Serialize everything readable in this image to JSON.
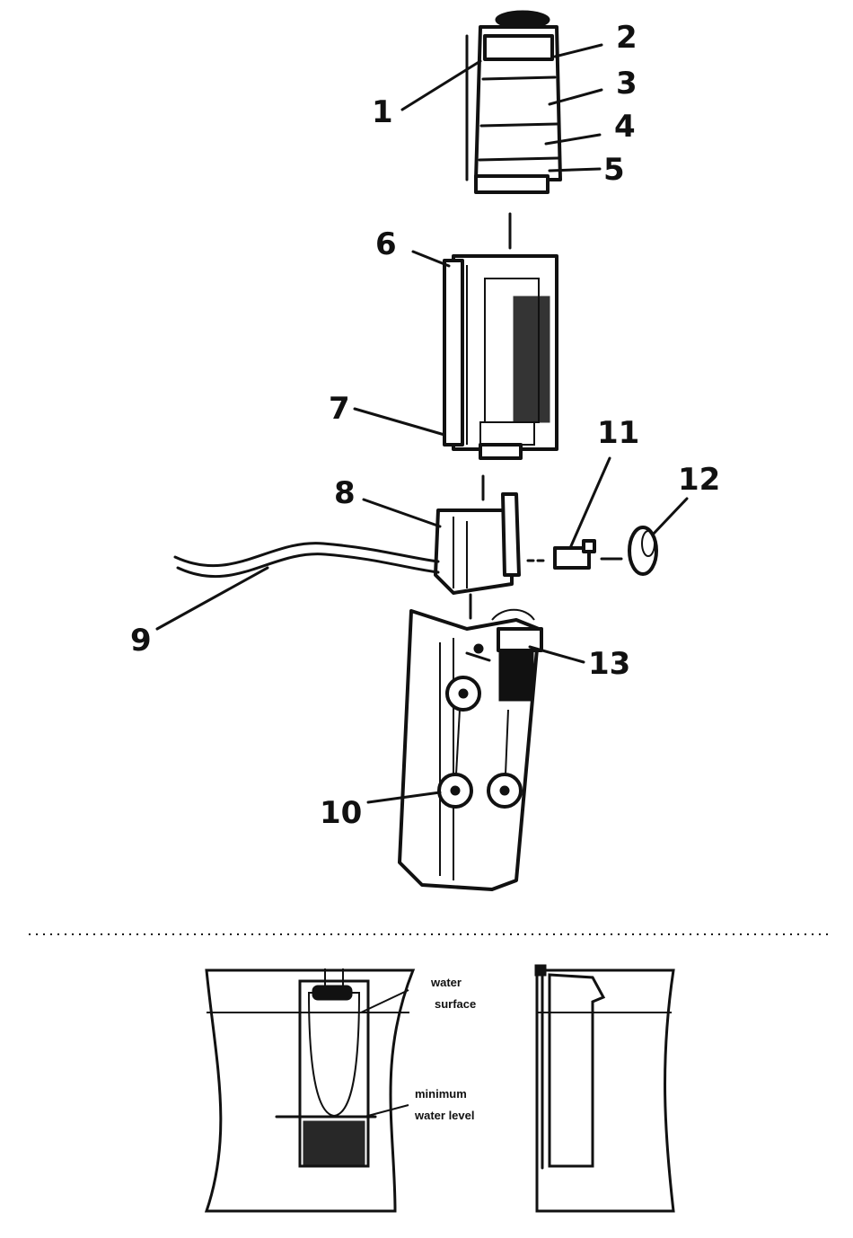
{
  "callouts": {
    "c1": "1",
    "c2": "2",
    "c3": "3",
    "c4": "4",
    "c5": "5",
    "c6": "6",
    "c7": "7",
    "c8": "8",
    "c9": "9",
    "c10": "10",
    "c11": "11",
    "c12": "12",
    "c13": "13"
  },
  "water_diagram": {
    "water_surface_line1": "water",
    "water_surface_line2": "surface",
    "minimum_level_line1": "minimum",
    "minimum_level_line2": "water level"
  },
  "colors": {
    "ink": "#111111",
    "paper": "#ffffff"
  }
}
